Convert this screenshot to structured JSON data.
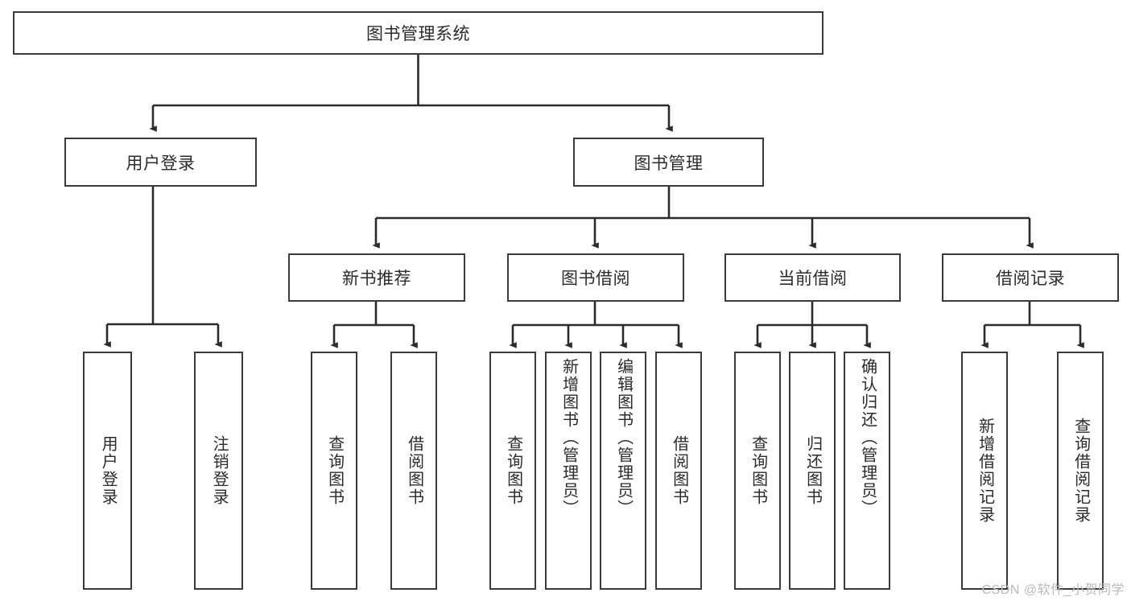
{
  "diagram": {
    "title": "图书管理系统",
    "type": "功能结构图",
    "watermark": "CSDN @软件_小贺同学",
    "colors": {
      "box_border": "#3a3a3a",
      "box_fill": "#ffffff",
      "connector": "#2b2b2b",
      "text": "#2b2b2b",
      "watermark": "#b9b9b9",
      "background": "#ffffff"
    },
    "root": {
      "label": "图书管理系统",
      "orientation": "horizontal"
    },
    "level1": [
      {
        "label": "用户登录",
        "orientation": "horizontal"
      },
      {
        "label": "图书管理",
        "orientation": "horizontal"
      }
    ],
    "level2": [
      {
        "label": "新书推荐",
        "orientation": "horizontal"
      },
      {
        "label": "图书借阅",
        "orientation": "horizontal"
      },
      {
        "label": "当前借阅",
        "orientation": "horizontal"
      },
      {
        "label": "借阅记录",
        "orientation": "horizontal"
      }
    ],
    "leaves": {
      "user_login": [
        {
          "label": "用户登录",
          "orientation": "vertical"
        },
        {
          "label": "注销登录",
          "orientation": "vertical"
        }
      ],
      "new_book_recommend": [
        {
          "label": "查询图书",
          "orientation": "vertical"
        },
        {
          "label": "借阅图书",
          "orientation": "vertical"
        }
      ],
      "book_borrow": [
        {
          "label": "查询图书",
          "orientation": "vertical"
        },
        {
          "label": "新增图书（管理员）",
          "orientation": "vertical"
        },
        {
          "label": "编辑图书（管理员）",
          "orientation": "vertical"
        },
        {
          "label": "借阅图书",
          "orientation": "vertical"
        }
      ],
      "current_borrow": [
        {
          "label": "查询图书",
          "orientation": "vertical"
        },
        {
          "label": "归还图书",
          "orientation": "vertical"
        },
        {
          "label": "确认归还（管理员）",
          "orientation": "vertical"
        }
      ],
      "borrow_record": [
        {
          "label": "新增借阅记录",
          "orientation": "vertical"
        },
        {
          "label": "查询借阅记录",
          "orientation": "vertical"
        }
      ]
    }
  }
}
